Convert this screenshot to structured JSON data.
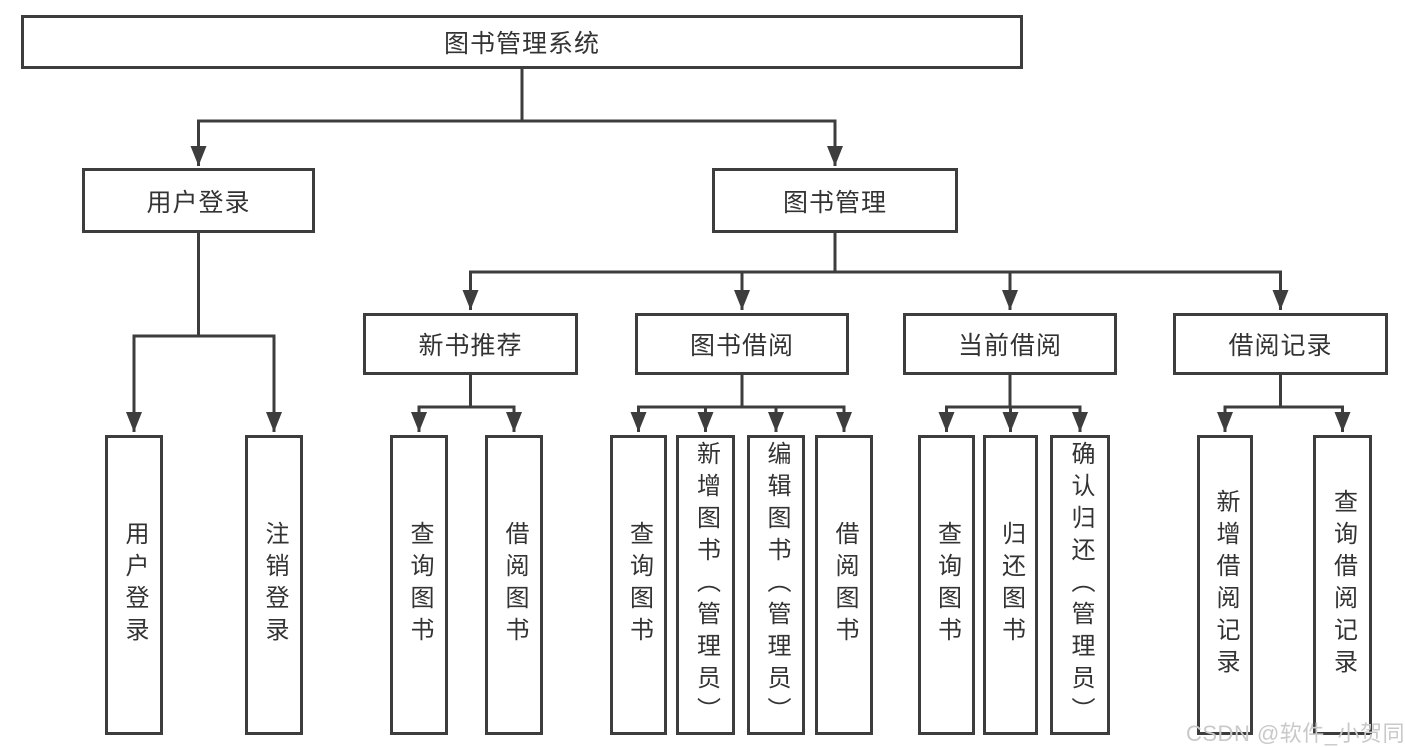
{
  "tree": {
    "root": {
      "label": "图书管理系统"
    },
    "branches": [
      {
        "label": "用户登录",
        "children": [
          {
            "label": "用户登录"
          },
          {
            "label": "注销登录"
          }
        ]
      },
      {
        "label": "图书管理",
        "children": [
          {
            "label": "新书推荐",
            "children": [
              {
                "label": "查询图书"
              },
              {
                "label": "借阅图书"
              }
            ]
          },
          {
            "label": "图书借阅",
            "children": [
              {
                "label": "查询图书"
              },
              {
                "label": "新增图书（管理员）"
              },
              {
                "label": "编辑图书（管理员）"
              },
              {
                "label": "借阅图书"
              }
            ]
          },
          {
            "label": "当前借阅",
            "children": [
              {
                "label": "查询图书"
              },
              {
                "label": "归还图书"
              },
              {
                "label": "确认归还（管理员）"
              }
            ]
          },
          {
            "label": "借阅记录",
            "children": [
              {
                "label": "新增借阅记录"
              },
              {
                "label": "查询借阅记录"
              }
            ]
          }
        ]
      }
    ]
  },
  "watermark": {
    "text": "CSDN @软件_小贺同学"
  },
  "colors": {
    "line": "#3d3d3d",
    "border": "#3d3d3d",
    "text": "#333333",
    "background": "#ffffff",
    "watermark": "#c9c9ca"
  }
}
